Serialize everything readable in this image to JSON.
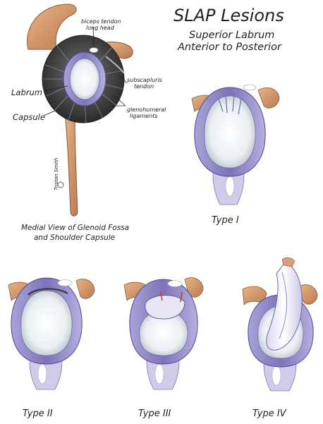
{
  "title": "SLAP Lesions",
  "subtitle_line1": "Superior Labrum",
  "subtitle_line2": "Anterior to Posterior",
  "labels": {
    "biceps_line1": "biceps tendon",
    "biceps_line2": "long head",
    "subscap_line1": "subscapluris",
    "subscap_line2": "tendon",
    "gleno_line1": "glenohumeral",
    "gleno_line2": "ligaments",
    "labrum": "Labrum",
    "capsule": "Capsule"
  },
  "caption_line1": "Medial View of Glenoid Fossa",
  "caption_line2": "and Shoulder Capsule",
  "types": [
    "Type I",
    "Type II",
    "Type III",
    "Type IV"
  ],
  "signature": "Tristan Smith",
  "colors": {
    "bone": "#d99a6c",
    "capsule": "#3a3a3a",
    "labrum": "#8f88c9",
    "fossa": "#eef3f6"
  }
}
